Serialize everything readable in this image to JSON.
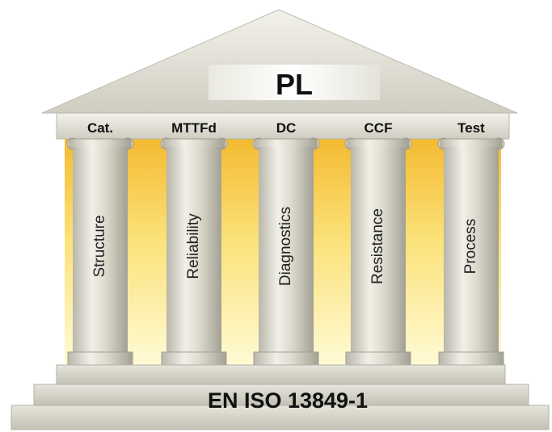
{
  "pediment": {
    "label": "PL"
  },
  "factors": [
    {
      "header": "Cat.",
      "pillar": "Structure"
    },
    {
      "header": "MTTFd",
      "pillar": "Reliability"
    },
    {
      "header": "DC",
      "pillar": "Diagnostics"
    },
    {
      "header": "CCF",
      "pillar": "Resistance"
    },
    {
      "header": "Test",
      "pillar": "Process"
    }
  ],
  "base": {
    "label": "EN ISO 13849-1"
  },
  "colors": {
    "stone_light": "#ecebe2",
    "stone_mid": "#cfcdc0",
    "stone_dark": "#a9a79a",
    "glow_top": "#f4b92f",
    "glow_bottom": "#fff7c8",
    "text": "#111111"
  }
}
